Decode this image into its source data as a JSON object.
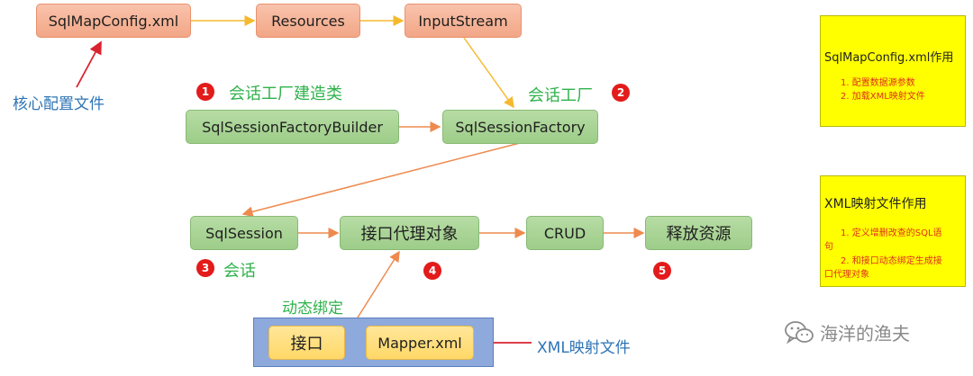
{
  "colors": {
    "arrow_orange": "#ee8a4e",
    "arrow_yellow": "#f5b92e",
    "arrow_red": "#d9232f",
    "badge_red": "#e31b1b",
    "label_green": "#2fb24b",
    "label_blue": "#2e74b5",
    "note_yellow": "#ffff00"
  },
  "nodes": {
    "sqlmapconfig": "SqlMapConfig.xml",
    "resources": "Resources",
    "inputstream": "InputStream",
    "builder": "SqlSessionFactoryBuilder",
    "factory": "SqlSessionFactory",
    "sqlsession": "SqlSession",
    "proxy": "接口代理对象",
    "crud": "CRUD",
    "release": "释放资源",
    "iface": "接口",
    "mapperxml": "Mapper.xml"
  },
  "labels": {
    "core_config": "核心配置文件",
    "builder_label": "会话工厂建造类",
    "factory_label": "会话工厂",
    "session_label": "会话",
    "dynamic_binding": "动态绑定",
    "xml_mapping": "XML映射文件"
  },
  "badges": [
    "1",
    "2",
    "3",
    "4",
    "5"
  ],
  "notes": {
    "config": {
      "title": "SqlMapConfig.xml作用",
      "items": [
        "1. 配置数据源参数",
        "2. 加载XML映射文件"
      ]
    },
    "mapping": {
      "title": "XML映射文件作用",
      "items": [
        "1. 定义增删改查的SQL语",
        "句",
        "2. 和接口动态绑定生成接",
        "口代理对象"
      ]
    }
  },
  "watermark": {
    "icon": "wechat-icon",
    "text": "海洋的渔夫"
  }
}
